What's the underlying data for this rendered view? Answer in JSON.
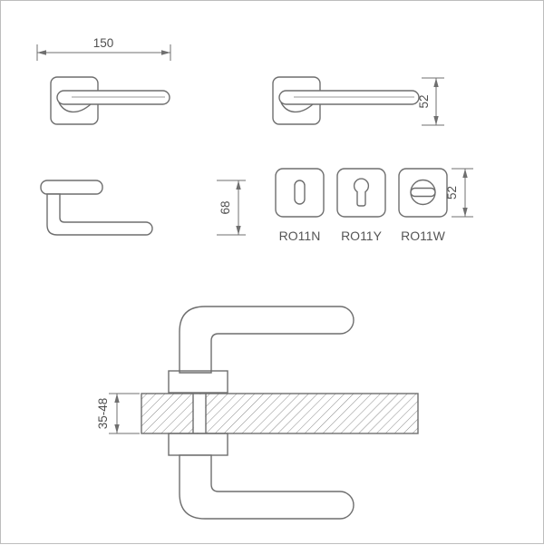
{
  "drawing": {
    "background": "#ffffff",
    "line_color": "#6e6e6e",
    "dimension_color": "#6f6f6f",
    "text_color": "#4f4f4f",
    "views": {
      "top_left_handle": {
        "dim_length": "150"
      },
      "top_right_handle": {
        "dim_rosette_height": "52"
      },
      "side_handle": {
        "dim_projection": "68"
      },
      "escutcheons": {
        "dim_size": "52",
        "items": [
          {
            "label": "RO11N",
            "hole": "key"
          },
          {
            "label": "RO11Y",
            "hole": "euro-cylinder"
          },
          {
            "label": "RO11W",
            "hole": "thumbturn"
          }
        ]
      },
      "door_section": {
        "dim_door_thickness": "35-48"
      }
    }
  }
}
